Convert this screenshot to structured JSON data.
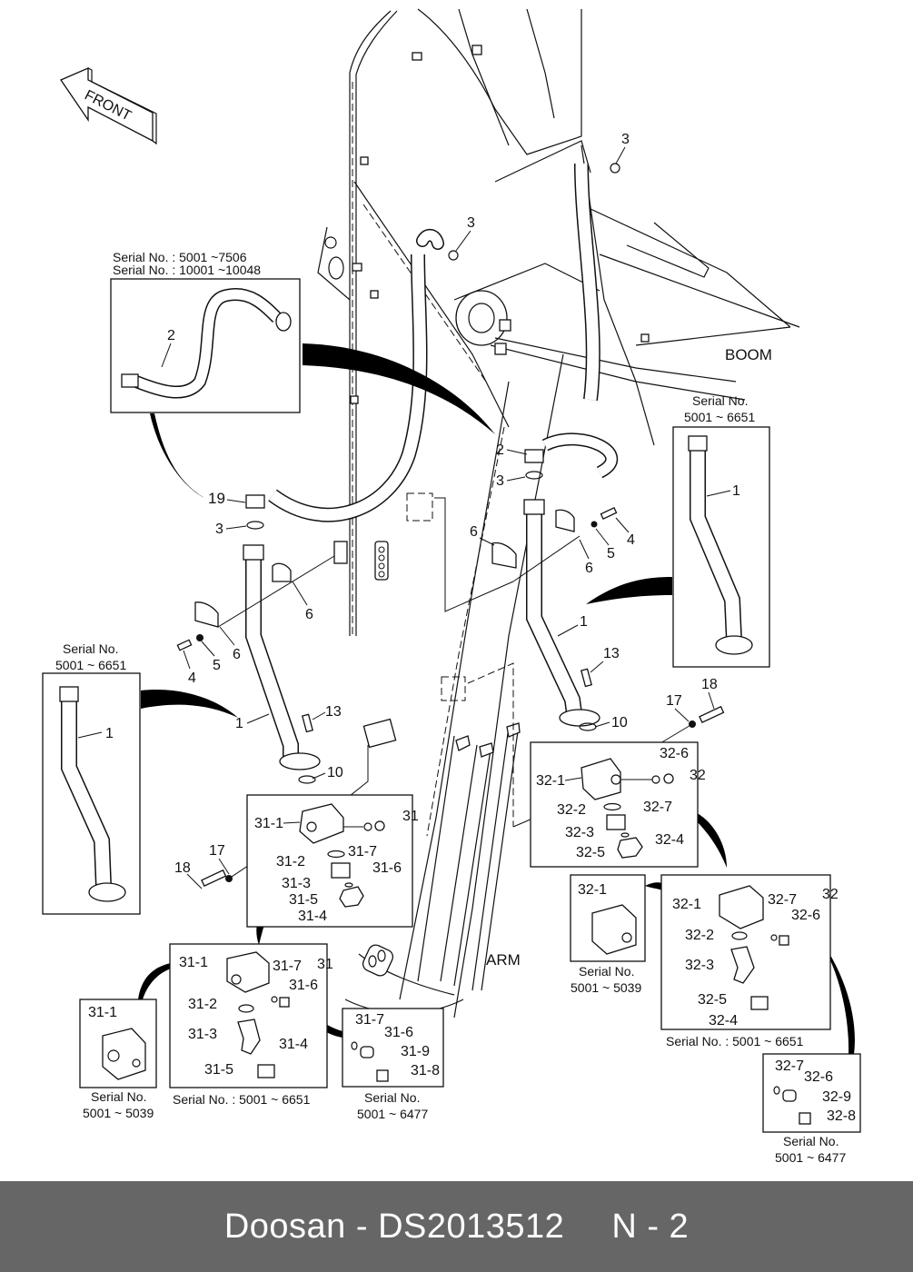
{
  "footer": {
    "brand": "Doosan",
    "separator": " - ",
    "part_number": "DS2013512",
    "page": "N - 2"
  },
  "diagram": {
    "direction_arrow": "FRONT",
    "section_labels": {
      "boom": "BOOM",
      "arm": "ARM"
    },
    "callouts": {
      "c1_a": "1",
      "c1_b": "1",
      "c1_c": "1",
      "c1_d": "1",
      "c2_a": "2",
      "c2_b": "2",
      "c3_a": "3",
      "c3_b": "3",
      "c3_c": "3",
      "c3_d": "3",
      "c4_a": "4",
      "c4_b": "4",
      "c5_a": "5",
      "c5_b": "5",
      "c6_a": "6",
      "c6_b": "6",
      "c6_c": "6",
      "c6_d": "6",
      "c10_a": "10",
      "c10_b": "10",
      "c13_a": "13",
      "c13_b": "13",
      "c17_a": "17",
      "c17_b": "17",
      "c18_a": "18",
      "c18_b": "18",
      "c19": "19",
      "c31": "31",
      "c31_b": "31",
      "c32": "32",
      "c32_b": "32"
    },
    "assembly_31": {
      "parts": [
        "31-1",
        "31-2",
        "31-3",
        "31-4",
        "31-5",
        "31-6",
        "31-7"
      ],
      "detail_parts": [
        "31-1",
        "31-2",
        "31-3",
        "31-4",
        "31-5",
        "31-6",
        "31-7"
      ],
      "alt_block": "31-1",
      "alt_plug": [
        "31-7",
        "31-6",
        "31-9",
        "31-8"
      ]
    },
    "assembly_32": {
      "parts": [
        "32-1",
        "32-2",
        "32-3",
        "32-4",
        "32-5",
        "32-6",
        "32-7"
      ],
      "detail_parts": [
        "32-1",
        "32-2",
        "32-3",
        "32-4",
        "32-5",
        "32-6",
        "32-7"
      ],
      "alt_block": "32-1",
      "alt_plug": [
        "32-7",
        "32-6",
        "32-9",
        "32-8"
      ]
    },
    "serials": {
      "hose_inset_line1": "Serial No. : 5001 ~7506",
      "hose_inset_line2": "Serial No. : 10001 ~10048",
      "pipe_right_title": "Serial No.",
      "pipe_right_range": "5001 ~ 6651",
      "pipe_left_title": "Serial No.",
      "pipe_left_range": "5001 ~ 6651",
      "block32_alt_title": "Serial No.",
      "block32_alt_range": "5001 ~ 5039",
      "asm32_detail": "Serial No. : 5001 ~ 6651",
      "plug32_title": "Serial No.",
      "plug32_range": "5001 ~ 6477",
      "block31_alt_title": "Serial No.",
      "block31_alt_range": "5001 ~ 5039",
      "asm31_detail": "Serial No. : 5001 ~ 6651",
      "plug31_title": "Serial No.",
      "plug31_range": "5001 ~ 6477"
    }
  }
}
